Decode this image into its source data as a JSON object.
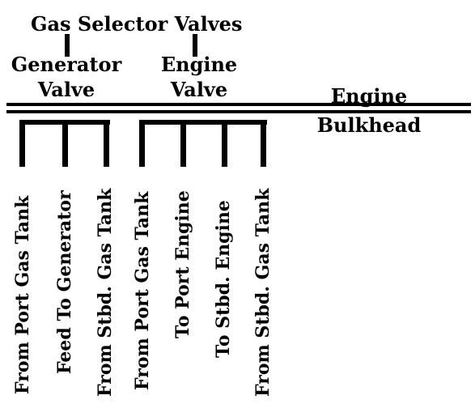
{
  "title": "Gas Selector Valves",
  "valves": [
    {
      "line1": "Generator",
      "line2": "Valve"
    },
    {
      "line1": "Engine",
      "line2": "Valve"
    }
  ],
  "bulkhead": {
    "line1": "Engine",
    "line2": "Bulkhead"
  },
  "lines": [
    "From Port Gas Tank",
    "Feed To Generator",
    "From Stbd. Gas Tank",
    "From Port Gas Tank",
    "To Port Engine",
    "To Stbd. Engine",
    "From Stbd. Gas Tank"
  ]
}
